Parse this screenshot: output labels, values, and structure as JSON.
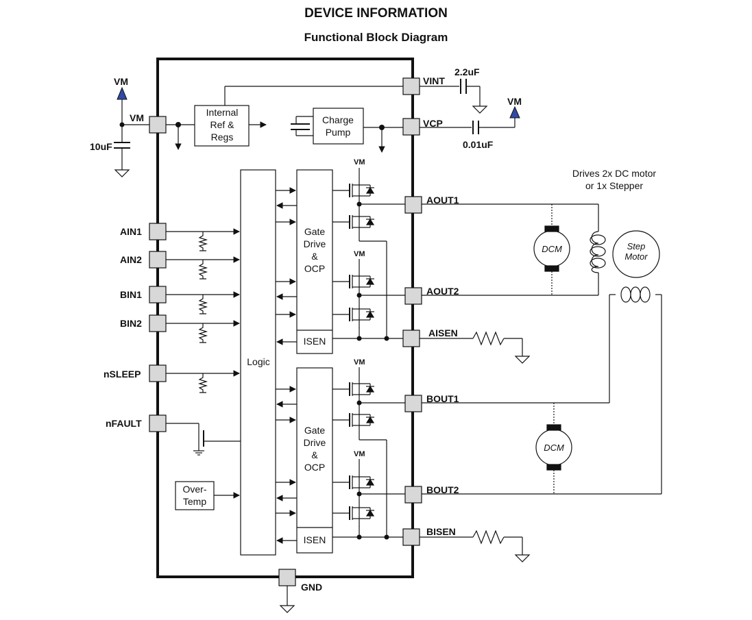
{
  "header": {
    "title": "DEVICE INFORMATION",
    "subtitle": "Functional Block Diagram"
  },
  "pins": {
    "vm": "VM",
    "vint": "VINT",
    "vcp": "VCP",
    "ain1": "AIN1",
    "ain2": "AIN2",
    "bin1": "BIN1",
    "bin2": "BIN2",
    "nsleep": "nSLEEP",
    "nfault": "nFAULT",
    "aout1": "AOUT1",
    "aout2": "AOUT2",
    "aisen": "AISEN",
    "bout1": "BOUT1",
    "bout2": "BOUT2",
    "bisen": "BISEN",
    "gnd": "GND"
  },
  "components": {
    "cap_vm": "10uF",
    "cap_vint": "2.2uF",
    "cap_vcp": "0.01uF",
    "supply_label": "VM"
  },
  "blocks": {
    "internal_ref": [
      "Internal",
      "Ref &",
      "Regs"
    ],
    "charge_pump": [
      "Charge",
      "Pump"
    ],
    "logic": "Logic",
    "gate_drive": [
      "Gate",
      "Drive",
      "&",
      "OCP"
    ],
    "isen": "ISEN",
    "over_temp": [
      "Over-",
      "Temp"
    ]
  },
  "motors": {
    "note": [
      "Drives 2x DC motor",
      "or 1x Stepper"
    ],
    "dcm": "DCM",
    "step_motor": [
      "Step",
      "Motor"
    ]
  }
}
